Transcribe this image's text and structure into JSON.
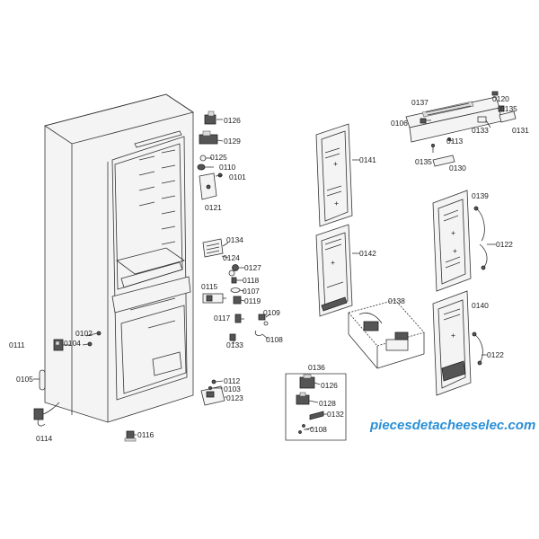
{
  "labels": {
    "p0126": "0126",
    "p0129": "0129",
    "p0125": "0125",
    "p0110": "0110",
    "p0101": "0101",
    "p0121": "0121",
    "p0134": "0134",
    "p0124": "0124",
    "p0127": "0127",
    "p0118": "0118",
    "p0107": "0107",
    "p0119": "0119",
    "p0115": "0115",
    "p0117": "0117",
    "p0109": "0109",
    "p0108": "0108",
    "p0133": "0133",
    "p0112": "0112",
    "p0103": "0103",
    "p0123": "0123",
    "p0111": "0111",
    "p0102": "0102",
    "p0104": "0104",
    "p0105": "0105",
    "p0114": "0114",
    "p0116": "0116",
    "p0141": "0141",
    "p0142": "0142",
    "p0138": "0138",
    "p0137": "0137",
    "p0120": "0120",
    "p0106": "0106",
    "p0135a": "0135",
    "p0133b": "0133",
    "p0113": "0113",
    "p0131": "0131",
    "p0135b": "0135",
    "p0130": "0130",
    "p0139": "0139",
    "p0122a": "0122",
    "p0140": "0140",
    "p0122b": "0122",
    "p0136": "0136",
    "p0126b": "0126",
    "p0128": "0128",
    "p0132": "0132",
    "p0108b": "0108"
  },
  "watermark": "piecesdetacheeselec.com"
}
